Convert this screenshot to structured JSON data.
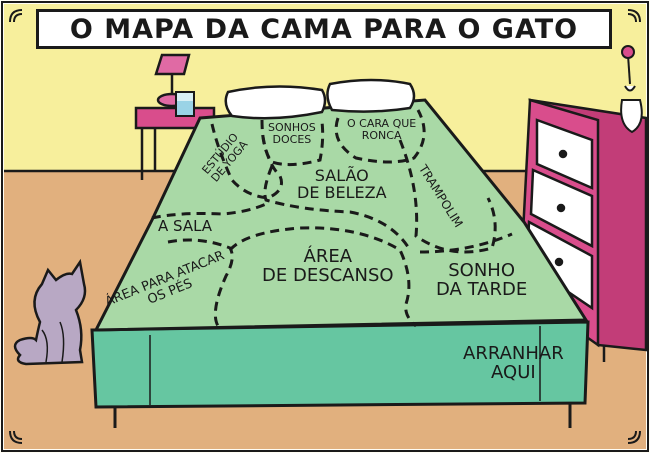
{
  "title": "O MAPA DA CAMA PARA O GATO",
  "zones": {
    "sonhos_doces": [
      "SONHOS",
      "DOCES"
    ],
    "cara_ronca": [
      "O CARA QUE",
      "RONCA"
    ],
    "estudio_yoga": [
      "ESTÚDIO",
      "DE YOGA"
    ],
    "salao": [
      "SALÃO",
      "DE BELEZA"
    ],
    "trampolim": [
      "TRAMPOLIM"
    ],
    "a_sala": [
      "A SALA"
    ],
    "area_descanso": [
      "ÁREA",
      "DE DESCANSO"
    ],
    "sonho_tarde": [
      "SONHO",
      "DA TARDE"
    ],
    "atacar_pes": [
      "ÁREA PARA ATACAR",
      "OS PÉS"
    ],
    "arranhar": [
      "ARRANHAR",
      "AQUI"
    ]
  },
  "colors": {
    "wall": "#f7ef9c",
    "floor": "#e1b07e",
    "bed_top": "#a9d9a6",
    "bed_skirt": "#66c6a1",
    "dresser": "#d94d8c",
    "cat": "#b8a8c4",
    "table": "#d94d8c",
    "lamp": "#e06aa4",
    "outline": "#1a1a1a"
  }
}
